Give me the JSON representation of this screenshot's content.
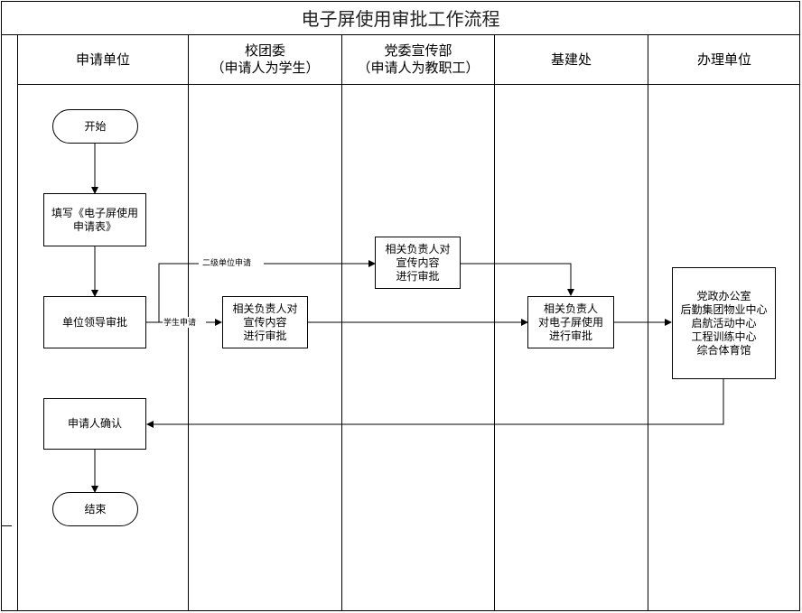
{
  "title": "电子屏使用审批工作流程",
  "lanes": [
    {
      "lines": [
        "申请单位"
      ]
    },
    {
      "lines": [
        "校团委",
        "（申请人为学生）"
      ]
    },
    {
      "lines": [
        "党委宣传部",
        "（申请人为教职工）"
      ]
    },
    {
      "lines": [
        "基建处"
      ]
    },
    {
      "lines": [
        "办理单位"
      ]
    }
  ],
  "nodes": {
    "start": {
      "lines": [
        "开始"
      ]
    },
    "fill_form": {
      "lines": [
        "填写《电子屏使用",
        "申请表》"
      ]
    },
    "unit_review": {
      "lines": [
        "单位领导审批"
      ]
    },
    "league_review": {
      "lines": [
        "相关负责人对",
        "宣传内容",
        "进行审批"
      ]
    },
    "propaganda_review": {
      "lines": [
        "相关负责人对",
        "宣传内容",
        "进行审批"
      ]
    },
    "infra_review": {
      "lines": [
        "相关负责人",
        "对电子屏使用",
        "进行审批"
      ]
    },
    "handling_units": {
      "lines": [
        "党政办公室",
        "后勤集团物业中心",
        "启航活动中心",
        "工程训练中心",
        "综合体育馆"
      ]
    },
    "applicant_confirm": {
      "lines": [
        "申请人确认"
      ]
    },
    "end": {
      "lines": [
        "结束"
      ]
    }
  },
  "edge_labels": {
    "secondary_unit": "二级单位申请",
    "student": "学生申请"
  }
}
